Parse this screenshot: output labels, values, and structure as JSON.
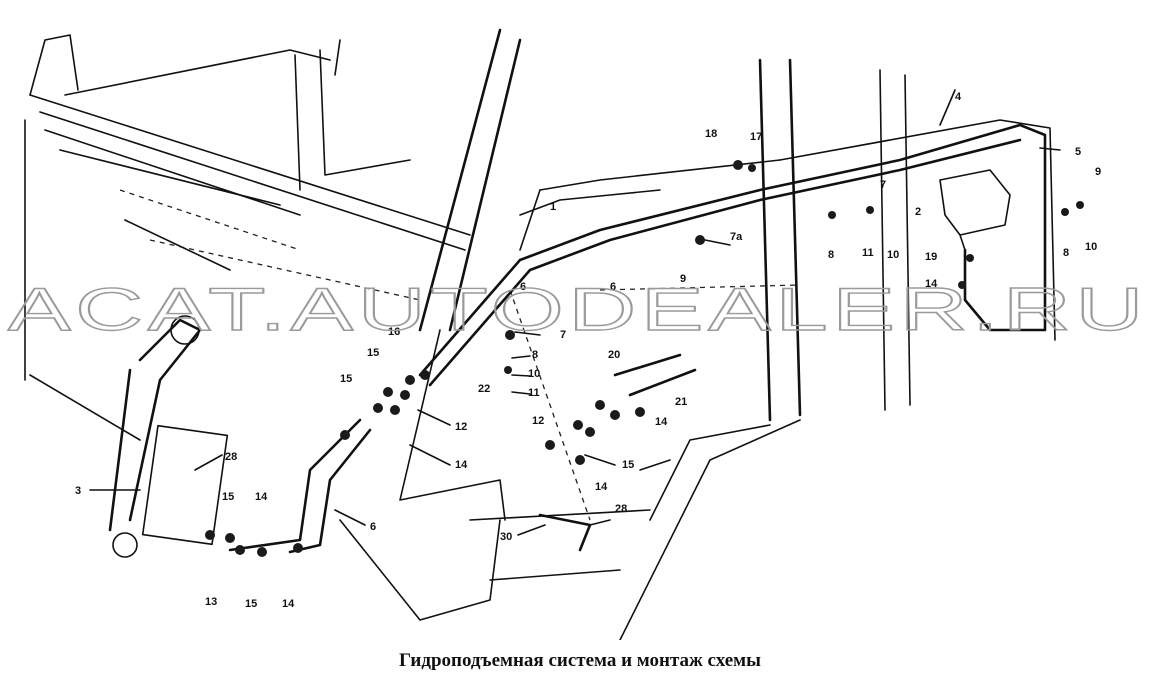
{
  "watermark": "ACAT.AUTODEALER.RU",
  "caption": "Гидроподъемная система и монтаж схемы",
  "callouts": [
    "1",
    "2",
    "3",
    "4",
    "5",
    "6",
    "7",
    "7a",
    "8",
    "9",
    "10",
    "11",
    "12",
    "13",
    "14",
    "15",
    "16",
    "17",
    "18",
    "19",
    "20",
    "21",
    "22",
    "28",
    "30"
  ]
}
